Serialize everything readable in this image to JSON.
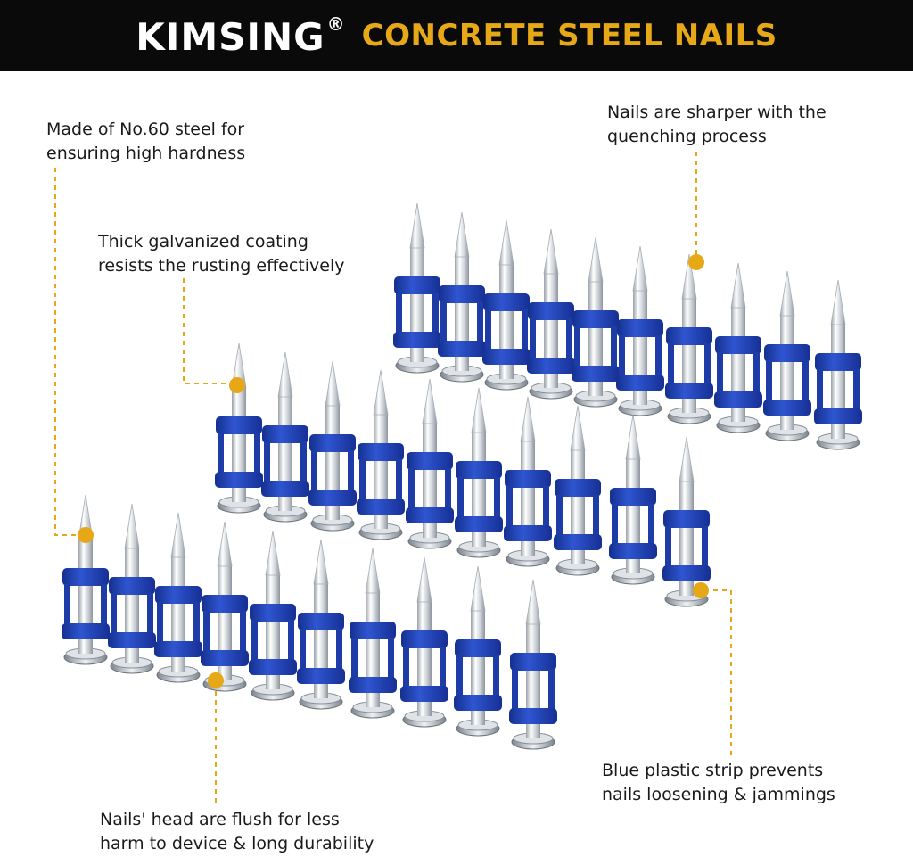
{
  "header": {
    "brand": "KIMSING",
    "registered_mark": "®",
    "product": "CONCRETE STEEL NAILS"
  },
  "callouts": {
    "steel": {
      "line1": "Made of No.60 steel for",
      "line2": "ensuring high hardness"
    },
    "sharp": {
      "line1": "Nails are sharper with the",
      "line2": "quenching process"
    },
    "coating": {
      "line1": "Thick galvanized coating",
      "line2": "resists the rusting effectively"
    },
    "strip": {
      "line1": "Blue plastic strip prevents",
      "line2": "nails loosening & jammings"
    },
    "head": {
      "line1": "Nails' head are flush for less",
      "line2": "harm to device & long durability"
    }
  },
  "colors": {
    "banner_bg": "#0a0a0a",
    "brand_text": "#ffffff",
    "accent_gold": "#e6a817",
    "strip_blue": "#1f3fb0",
    "steel": "#d7dbe0"
  }
}
